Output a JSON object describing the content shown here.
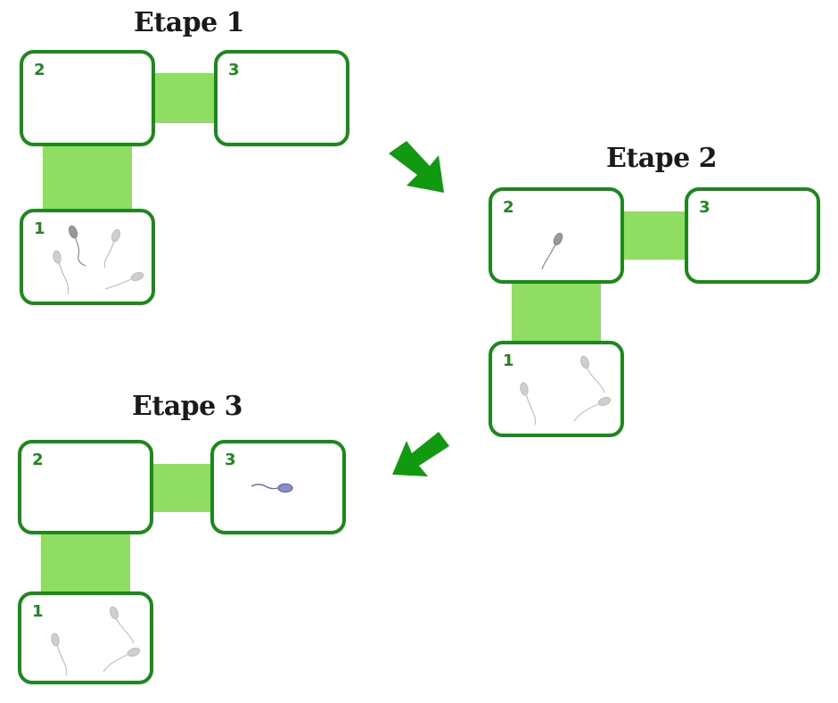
{
  "stages": [
    {
      "title": "Etape 1",
      "boxes": [
        {
          "label": "2"
        },
        {
          "label": "3"
        },
        {
          "label": "1"
        }
      ]
    },
    {
      "title": "Etape 2",
      "boxes": [
        {
          "label": "2"
        },
        {
          "label": "3"
        },
        {
          "label": "1"
        }
      ]
    },
    {
      "title": "Etape 3",
      "boxes": [
        {
          "label": "2"
        },
        {
          "label": "3"
        },
        {
          "label": "1"
        }
      ]
    }
  ],
  "colors": {
    "box_border": "#1a8a1a",
    "connector": "#8fde63",
    "arrow": "#109a10",
    "highlight_cell": "#8a8fc8"
  },
  "icons": [
    "sperm-cell-icon",
    "arrow-icon"
  ]
}
